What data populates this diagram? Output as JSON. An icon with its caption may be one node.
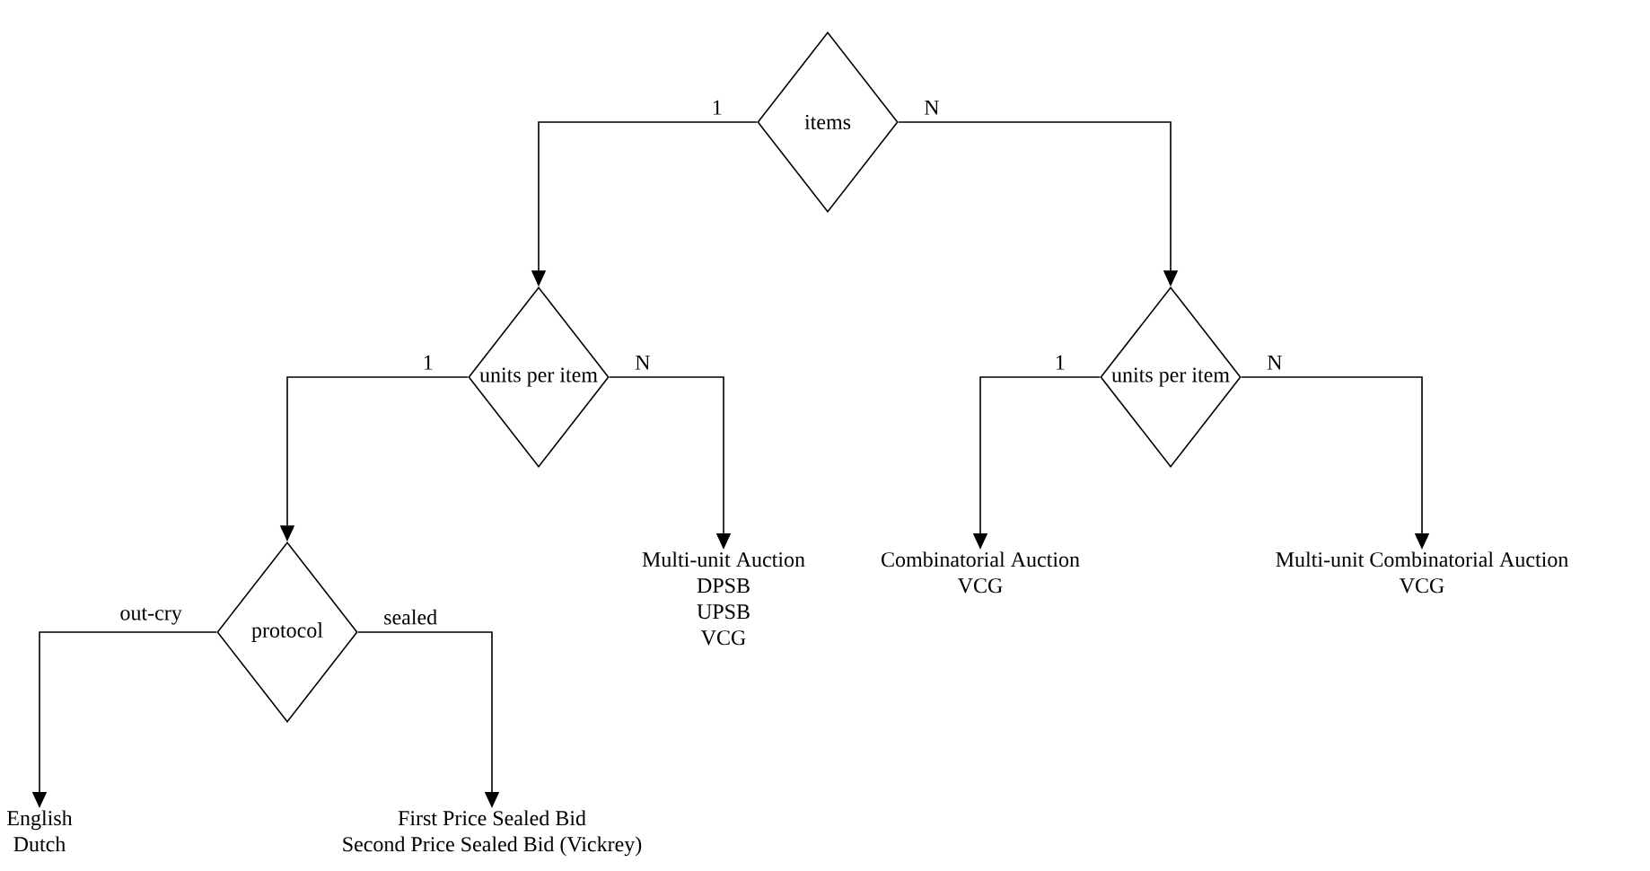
{
  "diagram": {
    "nodes": [
      {
        "text": [
          "items"
        ]
      },
      {
        "text": [
          "units per item"
        ]
      },
      {
        "text": [
          "units per item"
        ]
      },
      {
        "text": [
          "protocol"
        ]
      },
      {
        "text": [
          "Multi-unit Auction",
          "DPSB",
          "UPSB",
          "VCG"
        ]
      },
      {
        "text": [
          "Combinatorial Auction",
          "VCG"
        ]
      },
      {
        "text": [
          "Multi-unit Combinatorial Auction",
          "VCG"
        ]
      },
      {
        "text": [
          "English",
          "Dutch"
        ]
      },
      {
        "text": [
          "First Price Sealed Bid",
          "Second Price Sealed Bid (Vickrey)"
        ]
      }
    ],
    "edges": [
      {
        "from": 0,
        "to": 1,
        "arrow": "to",
        "label": "1"
      },
      {
        "from": 0,
        "to": 2,
        "arrow": "to",
        "label": "N"
      },
      {
        "from": 1,
        "to": 3,
        "arrow": "to",
        "label": "1"
      },
      {
        "from": 1,
        "to": 4,
        "arrow": "to",
        "label": "N"
      },
      {
        "from": 2,
        "to": 5,
        "arrow": "to",
        "label": "1"
      },
      {
        "from": 2,
        "to": 6,
        "arrow": "to",
        "label": "N"
      },
      {
        "from": 3,
        "to": 7,
        "arrow": "to",
        "label": "out-cry"
      },
      {
        "from": 3,
        "to": 8,
        "arrow": "to",
        "label": "sealed"
      }
    ]
  }
}
